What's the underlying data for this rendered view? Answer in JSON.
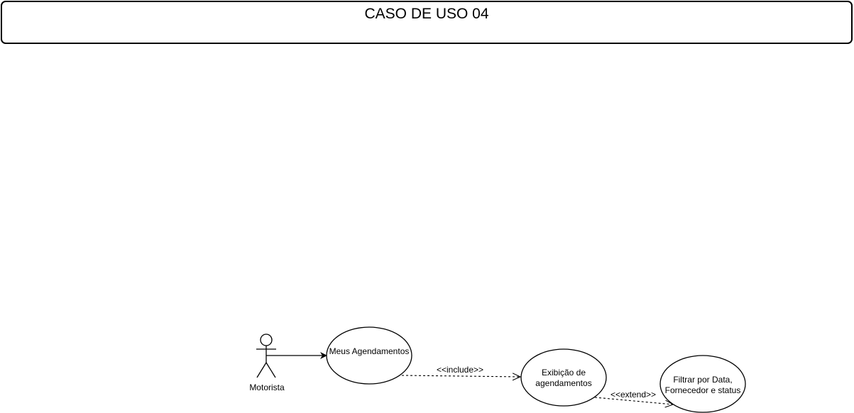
{
  "title": "CASO DE USO 04",
  "actor": {
    "name": "Motorista"
  },
  "use_cases": [
    {
      "id": "uc1",
      "lines": [
        "Meus Agendamentos"
      ]
    },
    {
      "id": "uc2",
      "lines": [
        "Exibição de",
        "agendamentos"
      ]
    },
    {
      "id": "uc3",
      "lines": [
        "Filtrar por Data,",
        "Fornecedor e status"
      ]
    }
  ],
  "relations": [
    {
      "from": "actor",
      "to": "uc1",
      "type": "association",
      "label": ""
    },
    {
      "from": "uc1",
      "to": "uc2",
      "type": "include",
      "label": "<<include>>"
    },
    {
      "from": "uc2",
      "to": "uc3",
      "type": "extend",
      "label": "<<extend>>"
    }
  ]
}
